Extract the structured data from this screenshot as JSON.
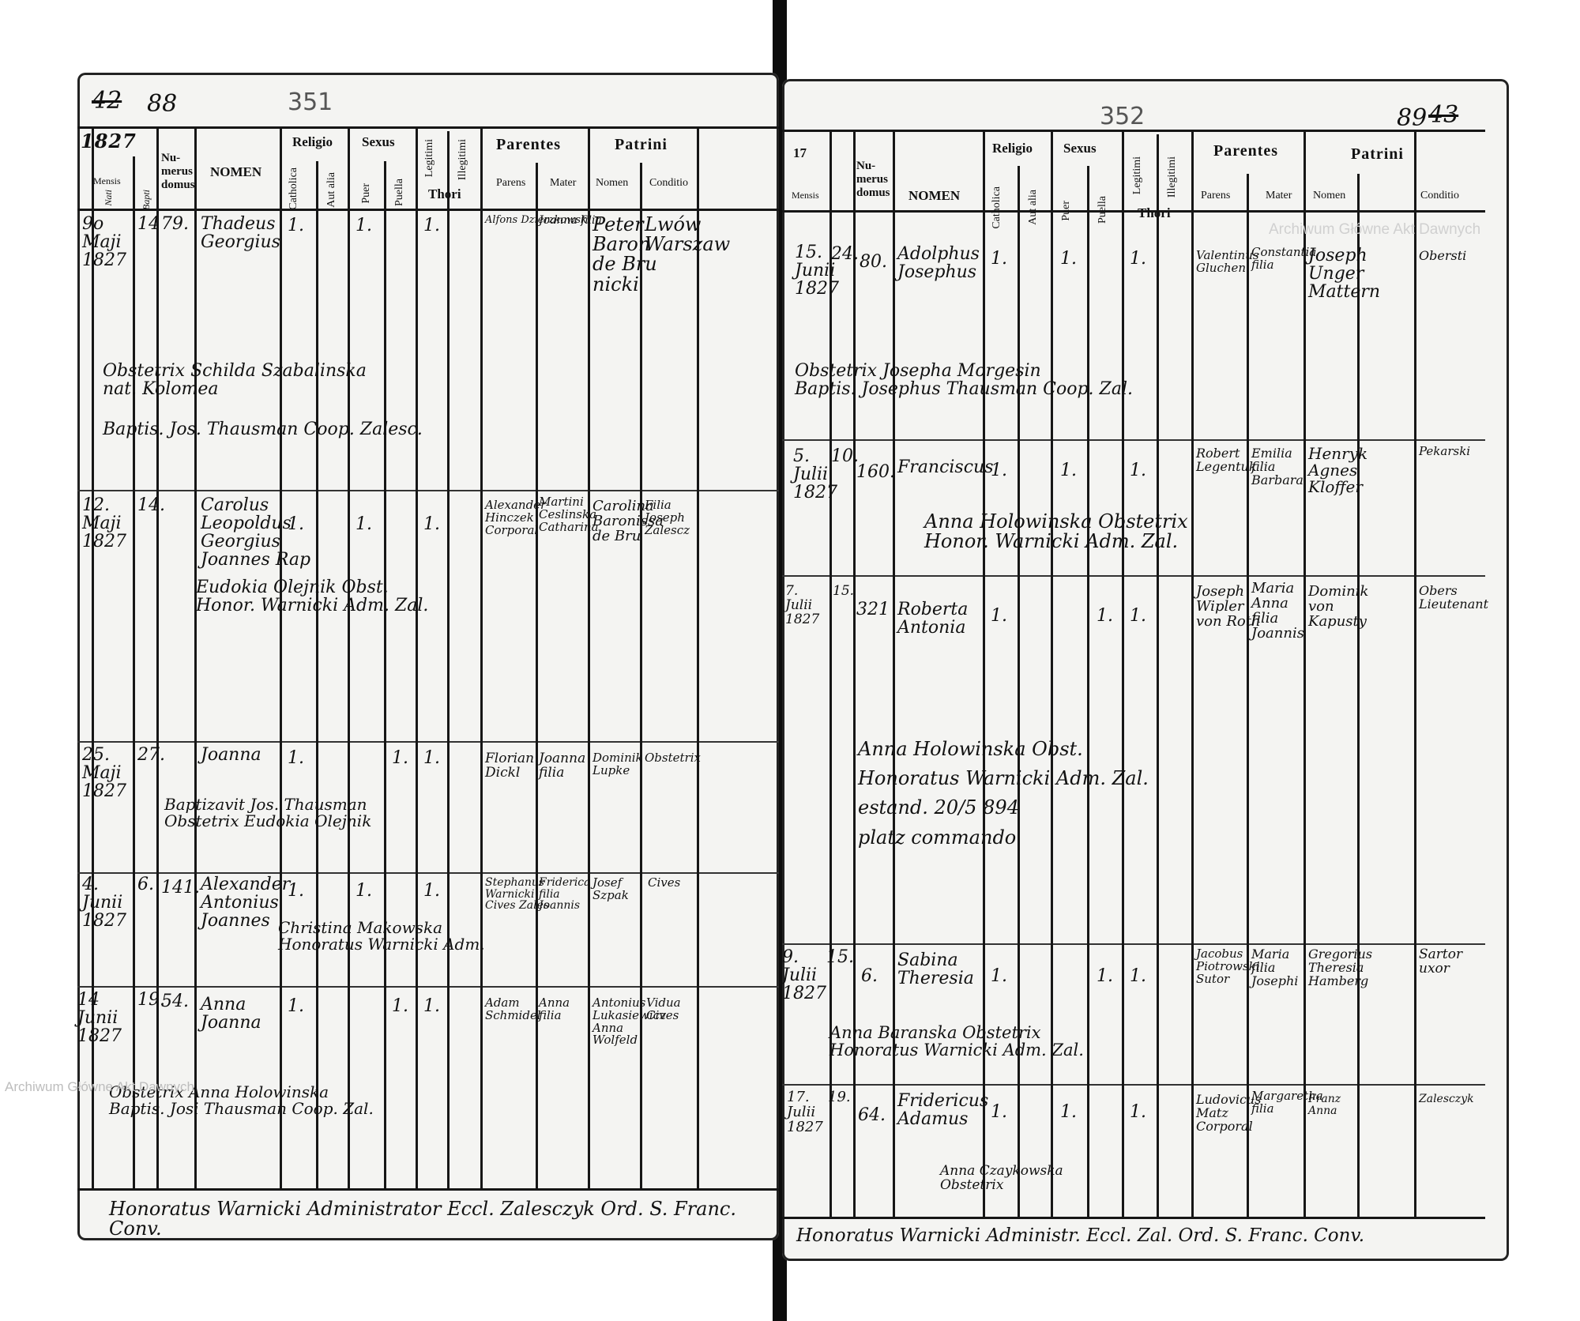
{
  "header": {
    "year": "1827",
    "right_year": "17",
    "numerus": "Nu-\nmerus\ndomus",
    "nomen": "NOMEN",
    "religio": "Religio",
    "catholica": "Catholica",
    "aut_alia": "Aut alia",
    "sexus": "Sexus",
    "puer": "Puer",
    "puella": "Puella",
    "legitimi": "Legitimi",
    "illegitimi": "Illegitimi",
    "thori": "Thori",
    "parentes": "Parentes",
    "parens": "Parens",
    "mater": "Mater",
    "patrini": "Patrini",
    "patrini_nomen": "Nomen",
    "conditio": "Conditio",
    "mensis": "Mensis",
    "nati": "Nati",
    "bapti": "Bapti"
  },
  "page_numbers": {
    "left_strike": "42",
    "left_ink": "88",
    "left_pencil": "351",
    "right_pencil": "352",
    "right_ink": "89",
    "right_strike": "43"
  },
  "watermark": "Archiwum Główne Akt Dawnych",
  "left_entries": [
    {
      "date": "9o\nMaji\n1827",
      "bapt": "14",
      "house": "79.",
      "name": "Thadeus\nGeorgius",
      "religio": "1.",
      "sex": "1.",
      "legit": "1.",
      "parens": "Alfons Dzierzkowski",
      "mater": "Joanna filia",
      "patrini_nomen": "Peter\nBaron\nde Bru\nnicki",
      "conditio": "Lwów\nWarszaw",
      "note1": "Obstetrix   Schilda Szabalinska\nnat. Kolomea",
      "note2": "Baptis.   Jos. Thausman Coop. Zalesc."
    },
    {
      "date": "12.\nMaji\n1827",
      "bapt": "14.",
      "house": "",
      "name": "Carolus\nLeopoldus\nGeorgius\nJoannes Rap",
      "religio": "1.",
      "sex": "1.",
      "legit": "1.",
      "parens": "Alexander\nHinczek\nCorporal",
      "mater": "Martini\nCeslinska\nCatharina",
      "patrini_nomen": "Carolina\nBaronissa\nde Bru",
      "conditio": "Filia\nJoseph\nZalescz",
      "note1": "Eudokia Olejnik Obst.\nHonor. Warnicki Adm. Zal."
    },
    {
      "date": "25.\nMaji\n1827",
      "bapt": "27.",
      "house": "",
      "name": "Joanna",
      "religio": "1.",
      "sex": "1.",
      "legit": "1.",
      "parens": "Florian\nDickl",
      "mater": "Joanna\nfilia",
      "patrini_nomen": "Dominik\nLupke",
      "conditio": "Obstetrix",
      "note1": "Baptizavit Jos. Thausman\nObstetrix Eudokia Olejnik"
    },
    {
      "date": "4.\nJunii\n1827",
      "bapt": "6.",
      "house": "141.",
      "name": "Alexander\nAntonius\nJoannes",
      "religio": "1.",
      "sex": "1.",
      "legit": "1.",
      "parens": "Stephanus\nWarnicki\nCives Zales",
      "mater": "Friderica\nfilia\nJoannis",
      "patrini_nomen": "Josef\nSzpak",
      "conditio": "Cives",
      "note1": "Christina Makowska\nHonoratus Warnicki Adm."
    },
    {
      "date": "14\nJunii\n1827",
      "bapt": "19.",
      "house": "54.",
      "name": "Anna\nJoanna",
      "religio": "1.",
      "sex": "1.",
      "legit": "1.",
      "parens": "Adam\nSchmidel",
      "mater": "Anna\nfilia",
      "patrini_nomen": "Antonius\nLukasiewicz\nAnna\nWolfeld",
      "conditio": "Vidua\nCives",
      "note1": "Obstetrix Anna Holowinska\nBaptis. Josi Thausman Coop. Zal."
    }
  ],
  "left_footer": "Honoratus   Warnicki Administrator Eccl. Zalesczyk   Ord. S. Franc. Conv.",
  "right_entries": [
    {
      "date": "15.\nJunii\n1827",
      "bapt": "24.",
      "house": "80.",
      "name": "Adolphus\nJosephus",
      "religio": "1.",
      "sex": "1.",
      "legit": "1.",
      "parens": "Valentinus\nGluchen",
      "mater": "Constantia\nfilia",
      "patrini_nomen": "Joseph\nUnger\nMattern",
      "conditio": "Obersti",
      "note1": "Obstetrix   Josepha Morgesin\nBaptis.   Josephus Thausman Coop. Zal."
    },
    {
      "date": "5.\nJulii\n1827",
      "bapt": "10.",
      "house": "160.",
      "name": "Franciscus",
      "religio": "1.",
      "sex": "1.",
      "legit": "1.",
      "parens": "Robert\nLegentuk",
      "mater": "Emilia\nfilia\nBarbara",
      "patrini_nomen": "Henryk\nAgnes\nKloffer",
      "conditio": "Pekarski",
      "note1": "Anna Holowinska Obstetrix\nHonor. Warnicki Adm. Zal."
    },
    {
      "date": "7.\nJulii\n1827",
      "bapt": "15.",
      "house": "321",
      "name": "Roberta\nAntonia",
      "religio": "1.",
      "sex": "1.",
      "legit": "1.",
      "parens": "Joseph\nWipler\nvon Roth",
      "mater": "Maria\nAnna\nfilia\nJoannis",
      "patrini_nomen": "Dominik\nvon\nKapusty",
      "conditio": "Obers\nLieutenant",
      "note1": "Anna Holowinska Obst.\nHonoratus Warnicki Adm. Zal.\nestand. 20/5 894\nplatz commando"
    },
    {
      "date": "9.\nJulii\n1827",
      "bapt": "15.",
      "house": "6.",
      "name": "Sabina\nTheresia",
      "religio": "1.",
      "sex": "1.",
      "legit": "1.",
      "parens": "Jacobus\nPiotrowski\nSutor",
      "mater": "Maria\nfilia\nJosephi",
      "patrini_nomen": "Gregorius\nTheresia\nHamberg",
      "conditio": "Sartor\nuxor",
      "note1": "Anna Baranska Obstetrix\nHonoratus Warnicki Adm. Zal."
    },
    {
      "date": "17.\nJulii\n1827",
      "bapt": "19.",
      "house": "64.",
      "name": "Fridericus\nAdamus",
      "religio": "1.",
      "sex": "1.",
      "legit": "1.",
      "parens": "Ludovicus\nMatz\nCorporal",
      "mater": "Margaretha\nfilia",
      "patrini_nomen": "Franz\nAnna",
      "conditio": "Zalesczyk",
      "note1": "Anna Czaykowska\nObstetrix"
    }
  ],
  "right_footer": "Honoratus Warnicki Administr. Eccl. Zal.   Ord. S. Franc. Conv."
}
